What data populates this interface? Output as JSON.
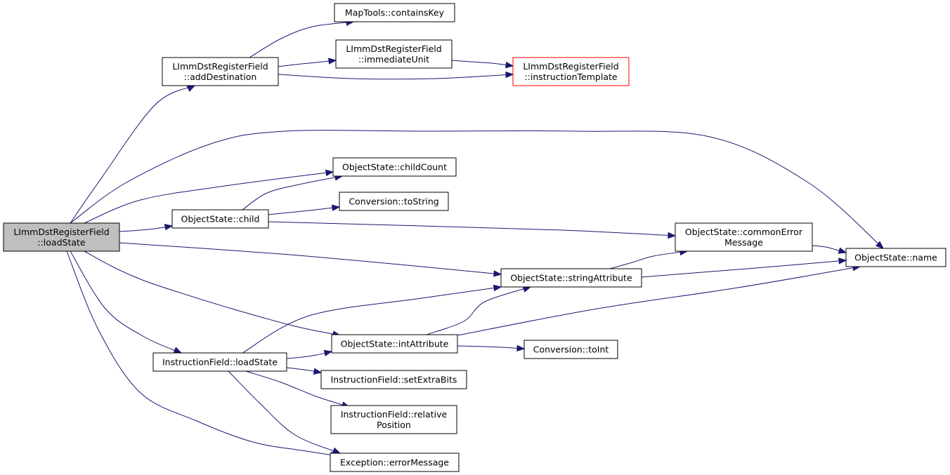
{
  "nodes": {
    "root": {
      "lines": [
        "LImmDstRegisterField",
        "::loadState"
      ]
    },
    "add_destination": {
      "lines": [
        "LImmDstRegisterField",
        "::addDestination"
      ]
    },
    "contains_key": {
      "lines": [
        "MapTools::containsKey"
      ]
    },
    "immediate_unit": {
      "lines": [
        "LImmDstRegisterField",
        "::immediateUnit"
      ]
    },
    "instruction_template": {
      "lines": [
        "LImmDstRegisterField",
        "::instructionTemplate"
      ]
    },
    "child_count": {
      "lines": [
        "ObjectState::childCount"
      ]
    },
    "to_string": {
      "lines": [
        "Conversion::toString"
      ]
    },
    "child": {
      "lines": [
        "ObjectState::child"
      ]
    },
    "common_error": {
      "lines": [
        "ObjectState::commonError",
        "Message"
      ]
    },
    "name": {
      "lines": [
        "ObjectState::name"
      ]
    },
    "string_attribute": {
      "lines": [
        "ObjectState::stringAttribute"
      ]
    },
    "int_attribute": {
      "lines": [
        "ObjectState::intAttribute"
      ]
    },
    "to_int": {
      "lines": [
        "Conversion::toInt"
      ]
    },
    "if_load_state": {
      "lines": [
        "InstructionField::loadState"
      ]
    },
    "set_extra_bits": {
      "lines": [
        "InstructionField::setExtraBits"
      ]
    },
    "relative_position": {
      "lines": [
        "InstructionField::relative",
        "Position"
      ]
    },
    "error_message": {
      "lines": [
        "Exception::errorMessage"
      ]
    }
  },
  "edges": [
    {
      "from": "root",
      "to": "add_destination"
    },
    {
      "from": "root",
      "to": "name"
    },
    {
      "from": "root",
      "to": "child_count"
    },
    {
      "from": "root",
      "to": "child"
    },
    {
      "from": "root",
      "to": "string_attribute"
    },
    {
      "from": "root",
      "to": "int_attribute"
    },
    {
      "from": "root",
      "to": "if_load_state"
    },
    {
      "from": "root",
      "to": "error_message"
    },
    {
      "from": "add_destination",
      "to": "contains_key"
    },
    {
      "from": "add_destination",
      "to": "immediate_unit"
    },
    {
      "from": "add_destination",
      "to": "instruction_template"
    },
    {
      "from": "immediate_unit",
      "to": "instruction_template"
    },
    {
      "from": "child",
      "to": "child_count"
    },
    {
      "from": "child",
      "to": "to_string"
    },
    {
      "from": "child",
      "to": "common_error"
    },
    {
      "from": "common_error",
      "to": "name"
    },
    {
      "from": "string_attribute",
      "to": "common_error"
    },
    {
      "from": "string_attribute",
      "to": "name"
    },
    {
      "from": "int_attribute",
      "to": "string_attribute"
    },
    {
      "from": "int_attribute",
      "to": "name"
    },
    {
      "from": "int_attribute",
      "to": "to_int"
    },
    {
      "from": "if_load_state",
      "to": "string_attribute"
    },
    {
      "from": "if_load_state",
      "to": "int_attribute"
    },
    {
      "from": "if_load_state",
      "to": "set_extra_bits"
    },
    {
      "from": "if_load_state",
      "to": "relative_position"
    },
    {
      "from": "if_load_state",
      "to": "error_message"
    }
  ],
  "colors": {
    "edge": "#191970",
    "root_fill": "#bfbfbf",
    "node_border": "#000000",
    "undocumented_border": "#ff0000"
  }
}
